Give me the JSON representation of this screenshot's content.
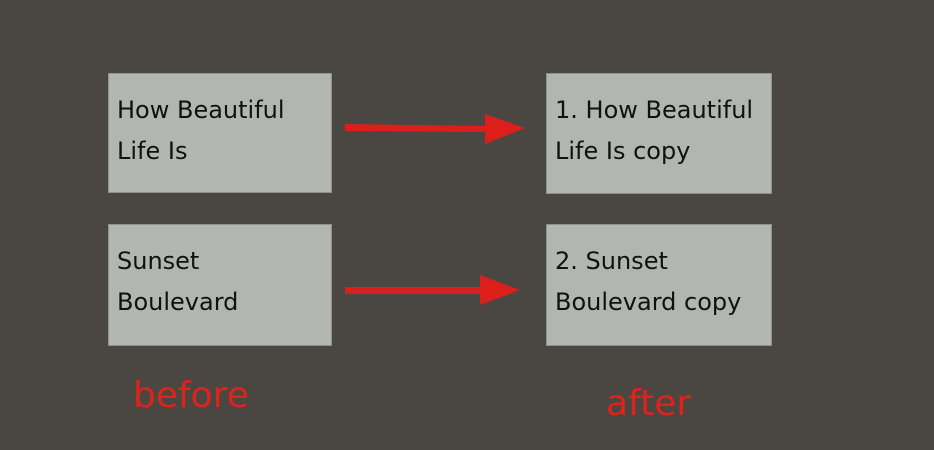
{
  "before": {
    "caption": "before",
    "cards": [
      {
        "line1": "How Beautiful",
        "line2": "Life Is"
      },
      {
        "line1": "Sunset",
        "line2": "Boulevard"
      }
    ]
  },
  "after": {
    "caption": "after",
    "cards": [
      {
        "line1": "1. How Beautiful",
        "line2": "Life Is copy"
      },
      {
        "line1": "2. Sunset",
        "line2": "Boulevard copy"
      }
    ]
  },
  "colors": {
    "background": "#4a4742",
    "card": "#b2b6b0",
    "arrow": "#dd1f1c",
    "caption": "#e0211c"
  }
}
